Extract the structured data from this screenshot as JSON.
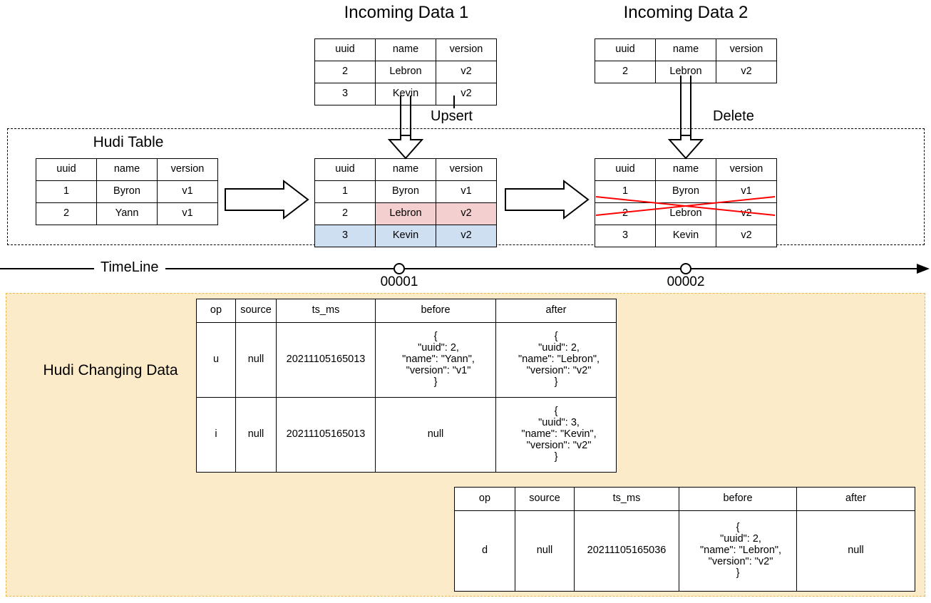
{
  "diagram": {
    "title_incoming_1": "Incoming Data 1",
    "title_incoming_2": "Incoming Data 2",
    "label_hudi_table": "Hudi Table",
    "label_upsert": "Upsert",
    "label_delete": "Delete",
    "label_timeline": "TimeLine",
    "label_changing_data": "Hudi Changing Data",
    "timeline_marks": [
      "00001",
      "00002"
    ],
    "colors": {
      "changed_row_highlight": "#f3cfcf",
      "inserted_row_highlight": "#cfdff2",
      "deleted_row_strike": "#ff0000",
      "changing_data_bg": "#fcebc8",
      "changing_data_border": "#e8b84b"
    }
  },
  "incoming_1": {
    "headers": [
      "uuid",
      "name",
      "version"
    ],
    "rows": [
      [
        "2",
        "Lebron",
        "v2"
      ],
      [
        "3",
        "Kevin",
        "v2"
      ]
    ]
  },
  "incoming_2": {
    "headers": [
      "uuid",
      "name",
      "version"
    ],
    "rows": [
      [
        "2",
        "Lebron",
        "v2"
      ]
    ]
  },
  "hudi_table_initial": {
    "headers": [
      "uuid",
      "name",
      "version"
    ],
    "rows": [
      [
        "1",
        "Byron",
        "v1"
      ],
      [
        "2",
        "Yann",
        "v1"
      ]
    ]
  },
  "hudi_table_after_upsert": {
    "headers": [
      "uuid",
      "name",
      "version"
    ],
    "rows": [
      [
        "1",
        "Byron",
        "v1"
      ],
      [
        "2",
        "Lebron",
        "v2"
      ],
      [
        "3",
        "Kevin",
        "v2"
      ]
    ],
    "row_states": [
      "normal",
      "updated",
      "inserted"
    ]
  },
  "hudi_table_after_delete": {
    "headers": [
      "uuid",
      "name",
      "version"
    ],
    "rows": [
      [
        "1",
        "Byron",
        "v1"
      ],
      [
        "2",
        "Lebron",
        "v2"
      ],
      [
        "3",
        "Kevin",
        "v2"
      ]
    ],
    "row_states": [
      "normal",
      "deleted",
      "normal"
    ]
  },
  "changelog_upsert": {
    "headers": [
      "op",
      "source",
      "ts_ms",
      "before",
      "after"
    ],
    "rows": [
      {
        "op": "u",
        "source": "null",
        "ts_ms": "20211105165013",
        "before": "{\n  \"uuid\": 2,\n  \"name\": \"Yann\",\n  \"version\": \"v1\"\n}",
        "after": "{\n  \"uuid\": 2,\n  \"name\": \"Lebron\",\n  \"version\": \"v2\"\n}"
      },
      {
        "op": "i",
        "source": "null",
        "ts_ms": "20211105165013",
        "before": "null",
        "after": "{\n  \"uuid\": 3,\n  \"name\": \"Kevin\",\n  \"version\": \"v2\"\n}"
      }
    ]
  },
  "changelog_delete": {
    "headers": [
      "op",
      "source",
      "ts_ms",
      "before",
      "after"
    ],
    "rows": [
      {
        "op": "d",
        "source": "null",
        "ts_ms": "20211105165036",
        "before": "{\n  \"uuid\": 2,\n  \"name\": \"Lebron\",\n  \"version\": \"v2\"\n}",
        "after": "null"
      }
    ]
  }
}
